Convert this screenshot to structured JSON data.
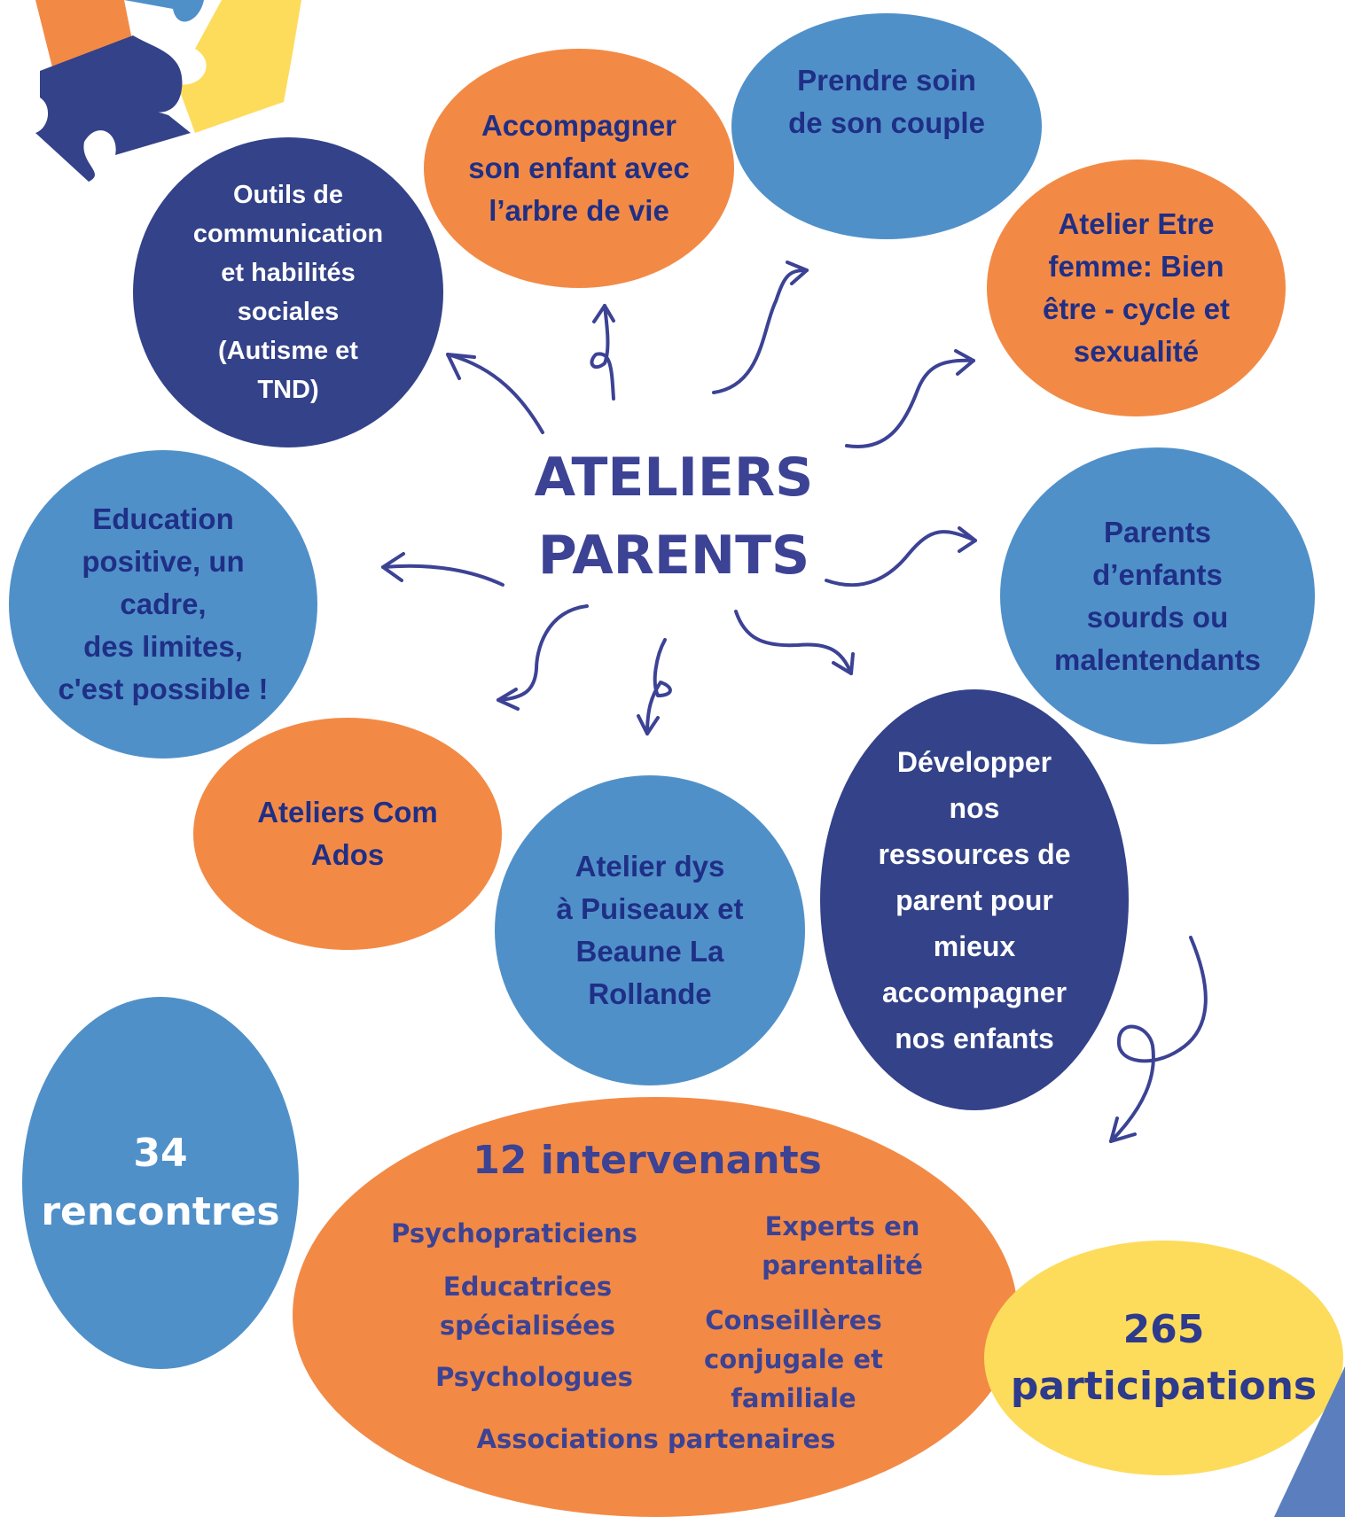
{
  "center": {
    "title": "ATELIERS\nPARENTS"
  },
  "workshops": {
    "outils": "Outils de\ncommunication\net habilités\nsociales\n(Autisme et\nTND)",
    "accompagner": "Accompagner\nson enfant avec\nl’arbre de vie",
    "couple": "Prendre soin\nde son couple",
    "femme": "Atelier Etre\nfemme: Bien\nêtre - cycle et\nsexualité",
    "sourds": "Parents\nd’enfants\nsourds ou\nmalentendants",
    "developper": "Développer\nnos\nressources de\nparent pour\nmieux\naccompagner\nnos enfants",
    "dys": "Atelier dys\nà Puiseaux et\nBeaune La\nRollande",
    "ados": "Ateliers Com\nAdos",
    "education": "Education\npositive, un\ncadre,\ndes limites,\nc'est possible !"
  },
  "stats": {
    "rencontres": "34\nrencontres",
    "participations": "265\nparticipations",
    "intervenants_title": "12 intervenants"
  },
  "roles": {
    "psychopraticiens": "Psychopraticiens",
    "experts": "Experts en\nparentalité",
    "educatrices": "Educatrices\nspécialisées",
    "conseilleres": "Conseillères\nconjugale et\nfamiliale",
    "psychologues": "Psychologues",
    "associations": "Associations partenaires"
  },
  "colors": {
    "orange": "#F28A46",
    "blue": "#5090C9",
    "navy": "#334289",
    "yellow": "#FDDC5C",
    "arrow": "#3C4294"
  },
  "icons": [
    "puzzle-icon",
    "arrow-icon"
  ]
}
